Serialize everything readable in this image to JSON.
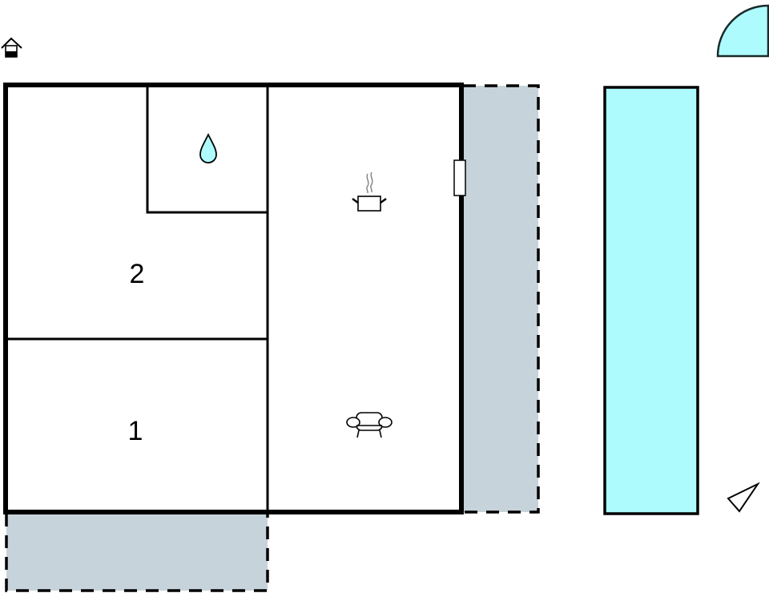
{
  "diagram": {
    "type": "floor-plan",
    "colors": {
      "wall": "#000000",
      "background": "#ffffff",
      "terrace": "#C7D3DA",
      "pool": "#AEFBFE",
      "water": "#AEFBFE"
    },
    "rooms": [
      {
        "id": "bedroom-2",
        "label": "2"
      },
      {
        "id": "bedroom-1",
        "label": "1"
      },
      {
        "id": "bathroom",
        "icon": "water-drop-icon"
      },
      {
        "id": "kitchen",
        "icon": "cooking-pot-icon"
      },
      {
        "id": "living-room",
        "icon": "armchair-icon"
      }
    ],
    "outdoor": [
      {
        "id": "terrace-right",
        "style": "dashed"
      },
      {
        "id": "terrace-bottom",
        "style": "dashed"
      },
      {
        "id": "pool"
      }
    ],
    "symbols": [
      {
        "id": "entrance",
        "icon": "house-entrance-icon"
      },
      {
        "id": "compass",
        "icon": "quarter-circle-icon"
      },
      {
        "id": "north-arrow",
        "icon": "north-arrow-triangle-icon"
      },
      {
        "id": "door",
        "icon": "door-icon"
      }
    ]
  }
}
